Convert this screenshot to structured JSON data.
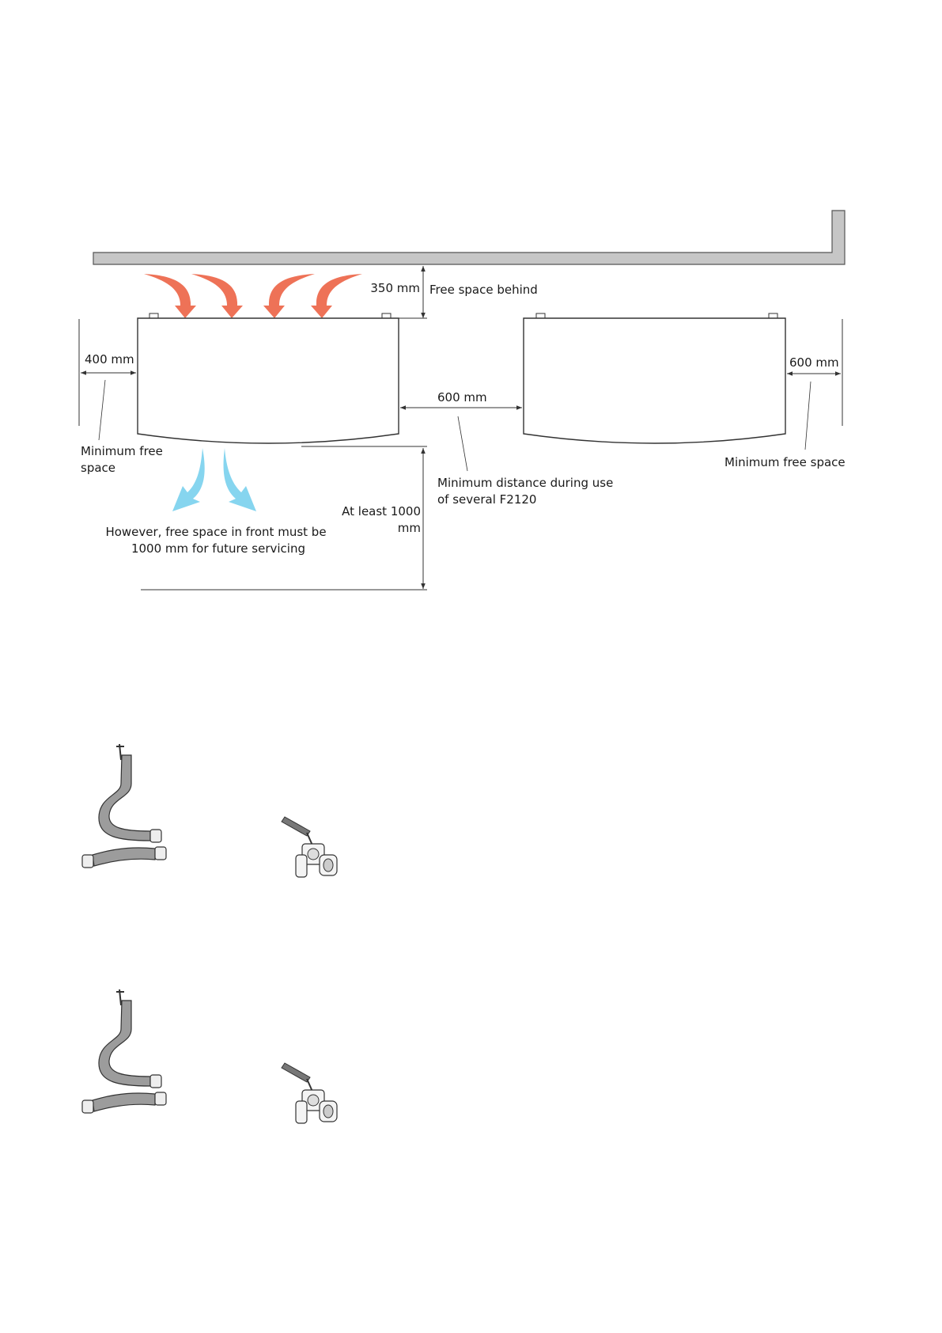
{
  "colors": {
    "warm_air": "#ee7257",
    "cold_air": "#86d5ef",
    "wall": "#c6c6c6",
    "outline": "#333333"
  },
  "labels": {
    "dim_behind": "350 mm",
    "free_space_behind": "Free space behind",
    "dim_left": "400 mm",
    "min_free_left_1": "Minimum free",
    "min_free_left_2": "space",
    "dim_between": "600 mm",
    "min_distance_1": "Minimum distance during use",
    "min_distance_2": "of several  F2120",
    "dim_right": "600 mm",
    "min_free_right": "Minimum free space",
    "at_least_1": "At least 1000",
    "at_least_2": "mm",
    "front_note_1": "However, free space in front must be",
    "front_note_2": "1000 mm for future servicing"
  },
  "icons": {
    "pipes": "flexible-pipe-kit-icon",
    "valve": "ball-valve-icon"
  }
}
